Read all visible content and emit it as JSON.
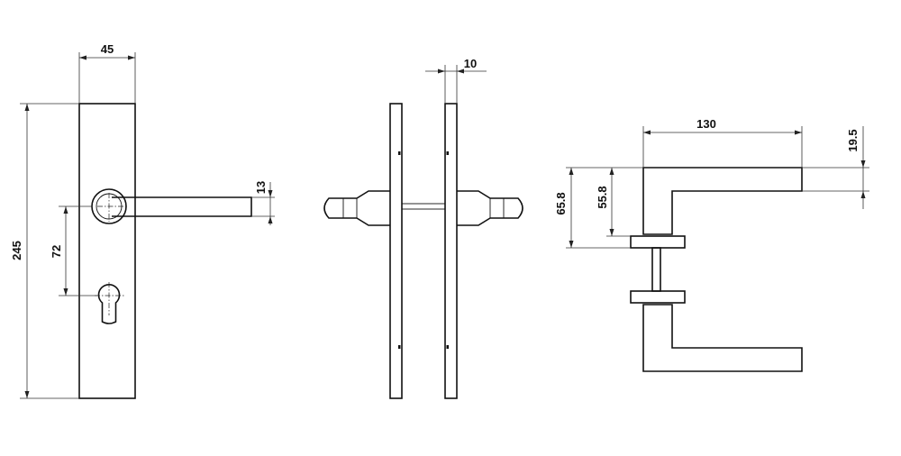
{
  "colors": {
    "line": "#111111",
    "background": "#ffffff"
  },
  "dimensions": {
    "plate_width": "45",
    "plate_height": "245",
    "lever_thickness": "13",
    "center_distance": "72",
    "plate_thickness": "10",
    "lever_length": "130",
    "lever_offset": "19.5",
    "rose_height_a": "65.8",
    "rose_height_b": "55.8"
  }
}
